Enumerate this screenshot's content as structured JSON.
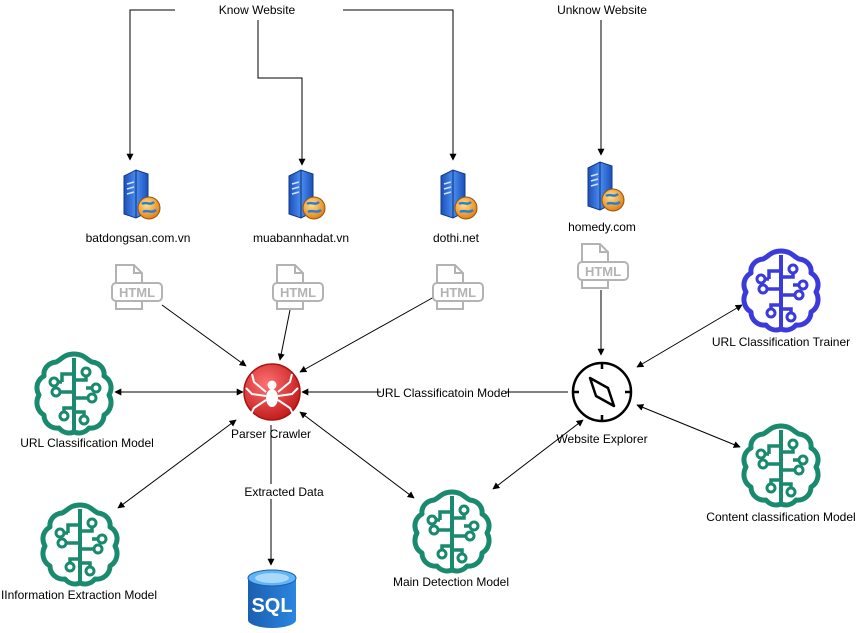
{
  "sources": {
    "known_label": "Know Website",
    "unknown_label": "Unknow Website"
  },
  "websites": [
    "batdongsan.com.vn",
    "muabannhadat.vn",
    "dothi.net",
    "homedy.com"
  ],
  "html_tag": "HTML",
  "parser_crawler": "Parser Crawler",
  "website_explorer": "Website Explorer",
  "models": {
    "url_classification_model": "URL Classification Model",
    "information_extraction_model": "IInformation Extraction Model",
    "main_detection_model": "Main Detection Model",
    "url_classification_trainer": "URL Classification Trainer",
    "content_classification_model": "Content classification Model"
  },
  "edge_labels": {
    "url_classification_model_edge": "URL Classificatoin Model",
    "extracted_data_edge": "Extracted Data"
  },
  "database": "SQL",
  "colors": {
    "model_green": "#1a8a6e",
    "trainer_blue": "#3b3bdc",
    "crawler_red": "#d42020",
    "sql_blue": "#1f6fc4"
  }
}
